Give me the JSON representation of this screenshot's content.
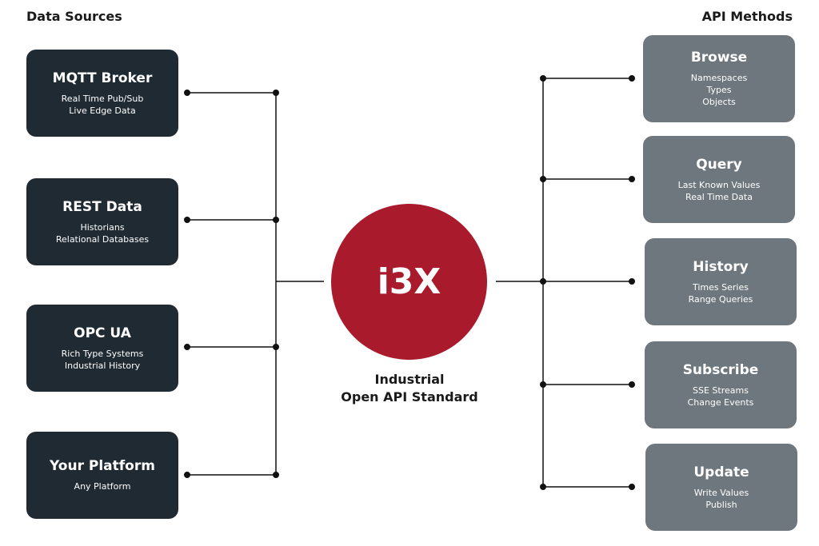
{
  "headings": {
    "left": "Data Sources",
    "right": "API Methods"
  },
  "hub": {
    "label": "i3X",
    "caption_line1": "Industrial",
    "caption_line2": "Open API Standard",
    "color": "#a81a2c"
  },
  "data_sources": [
    {
      "title": "MQTT Broker",
      "lines": [
        "Real Time Pub/Sub",
        "Live Edge Data"
      ]
    },
    {
      "title": "REST Data",
      "lines": [
        "Historians",
        "Relational Databases"
      ]
    },
    {
      "title": "OPC UA",
      "lines": [
        "Rich Type Systems",
        "Industrial History"
      ]
    },
    {
      "title": "Your Platform",
      "lines": [
        "Any Platform"
      ]
    }
  ],
  "api_methods": [
    {
      "title": "Browse",
      "lines": [
        "Namespaces",
        "Types",
        "Objects"
      ]
    },
    {
      "title": "Query",
      "lines": [
        "Last Known Values",
        "Real Time Data"
      ]
    },
    {
      "title": "History",
      "lines": [
        "Times Series",
        "Range Queries"
      ]
    },
    {
      "title": "Subscribe",
      "lines": [
        "SSE Streams",
        "Change Events"
      ]
    },
    {
      "title": "Update",
      "lines": [
        "Write Values",
        "Publish"
      ]
    }
  ],
  "colors": {
    "source_box": "#1f2a33",
    "method_box": "#6e777d",
    "connector": "#111111"
  }
}
